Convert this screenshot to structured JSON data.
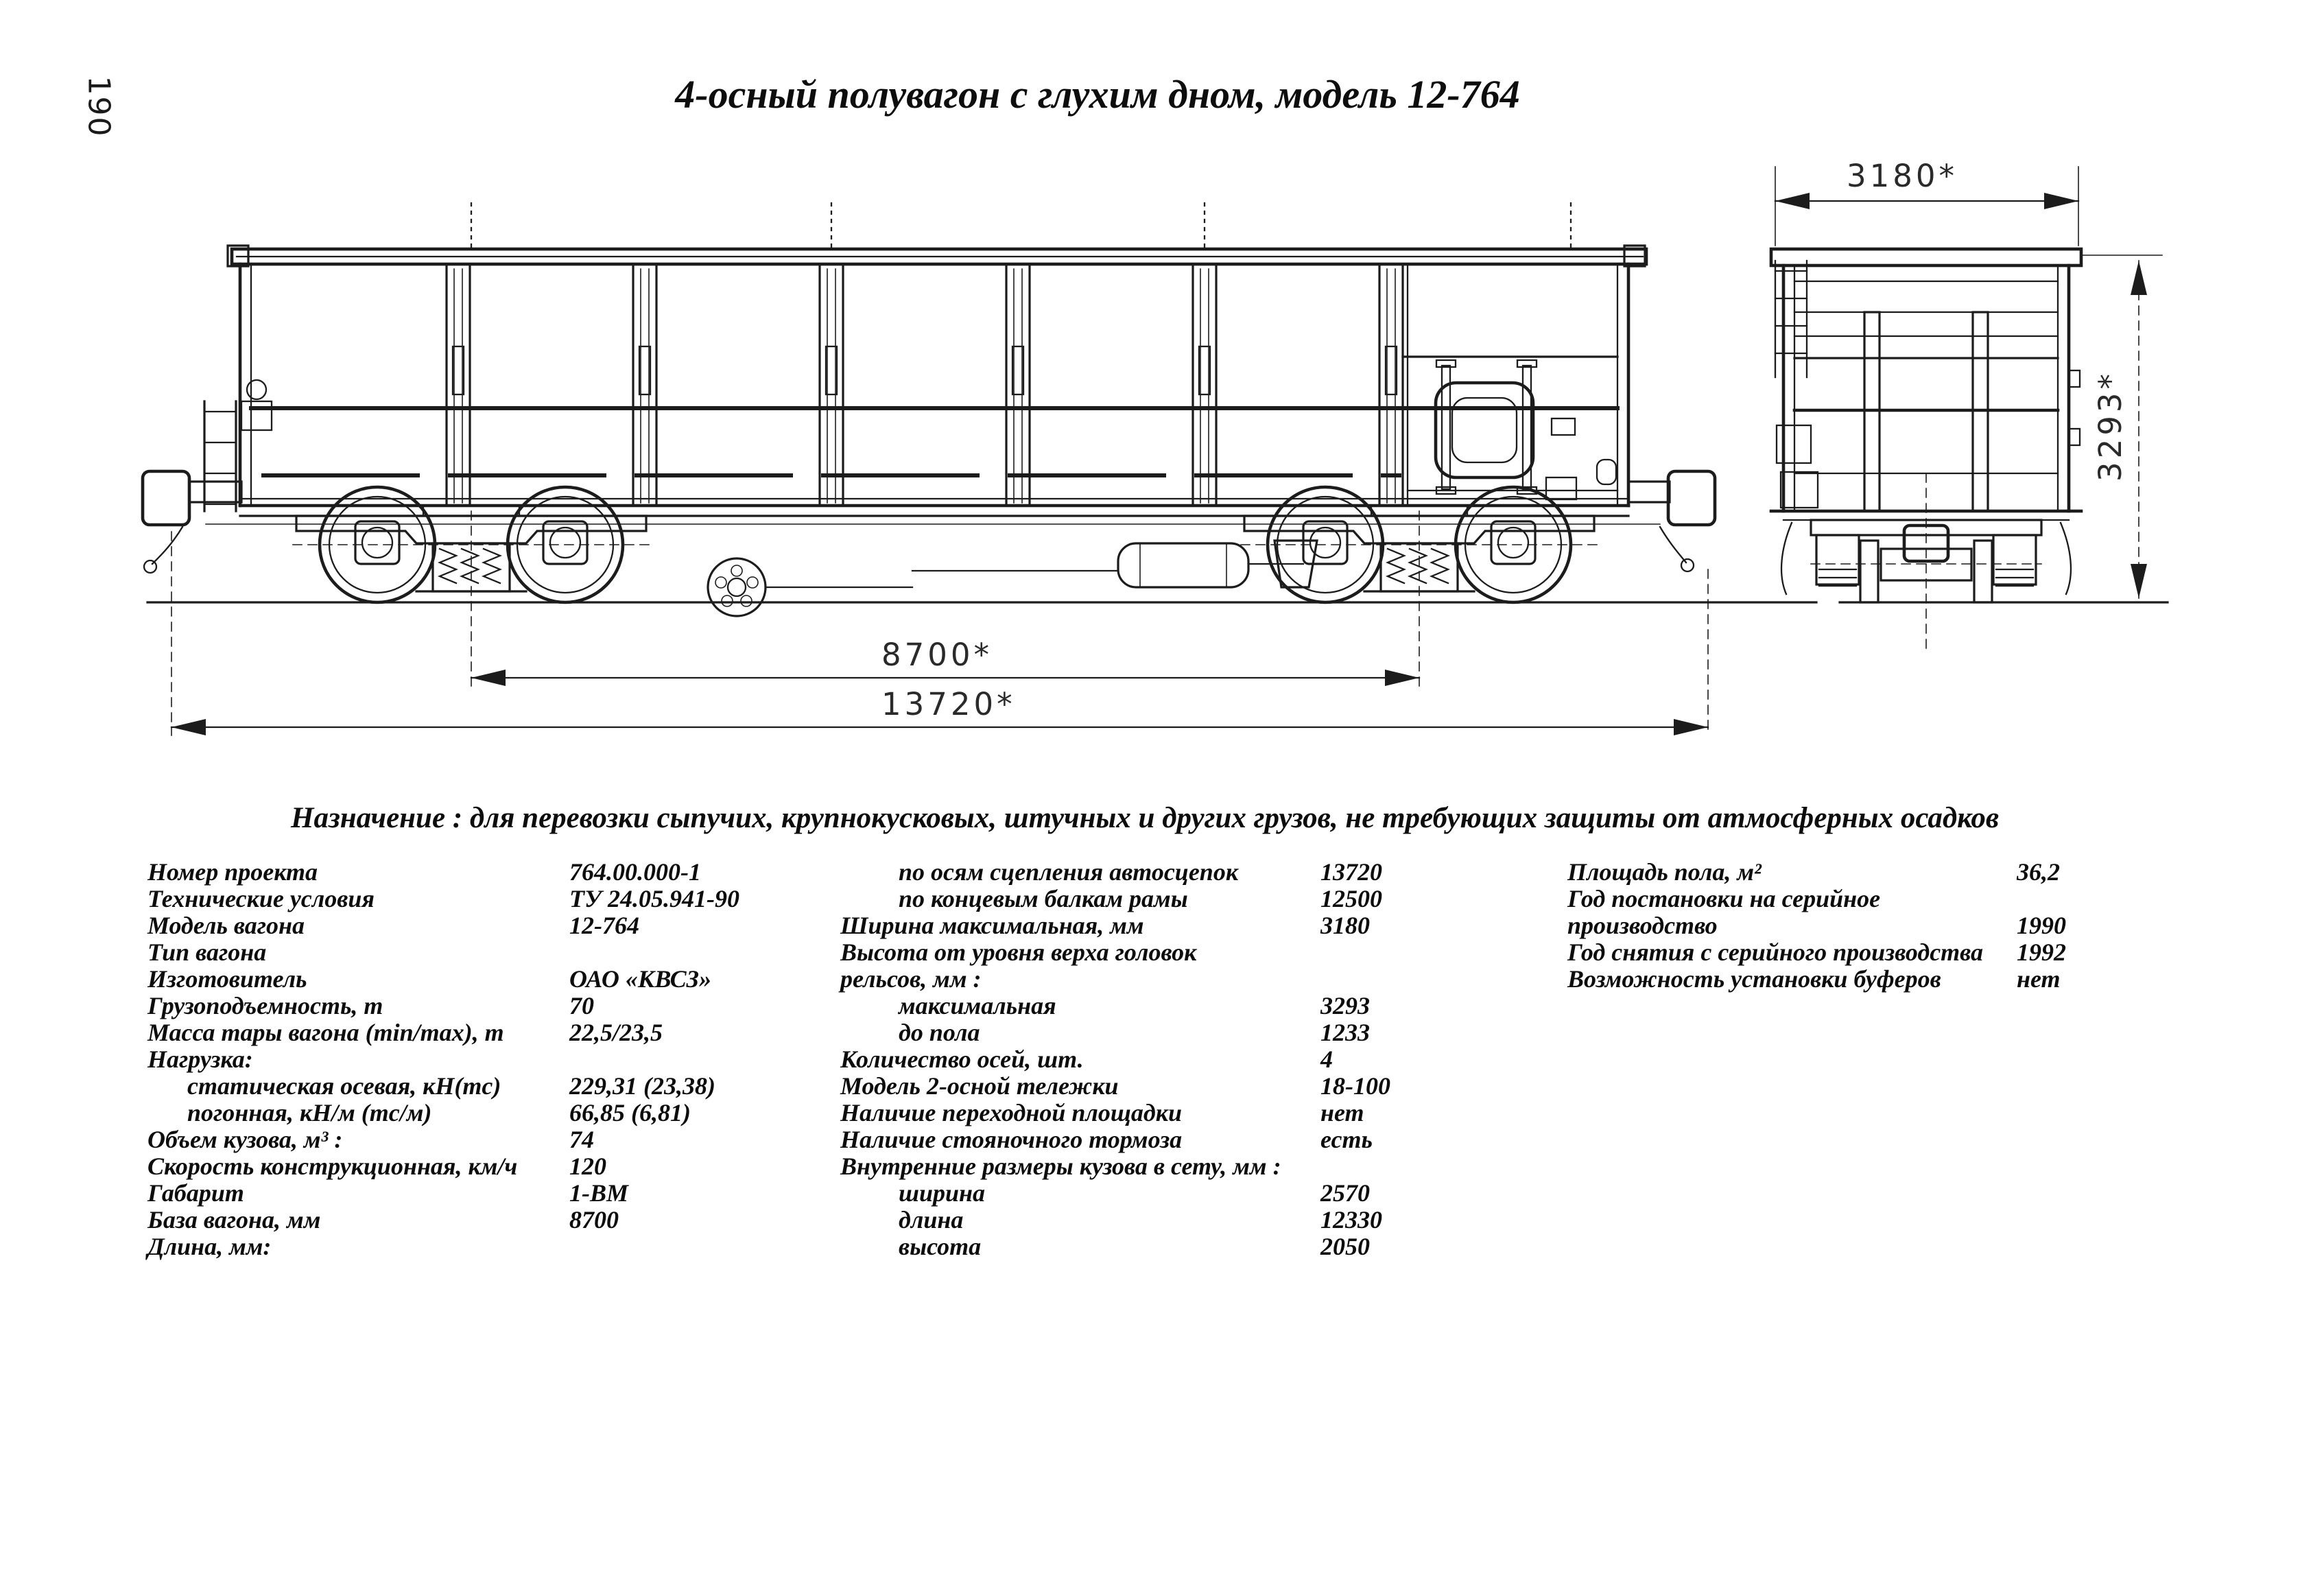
{
  "page": {
    "number": "190"
  },
  "title": "4-осный полувагон с глухим дном, модель 12-764",
  "purpose": "Назначение : для перевозки сыпучих, крупнокусковых, штучных и других грузов, не требующих защиты от атмосферных осадков",
  "drawing": {
    "description": "Габаритный чертеж: боковой вид и торцевой вид 4-осного полувагона модели 12-764",
    "dimensions": {
      "wagon_base": "8700*",
      "length_over_coupler_axes": "13720*",
      "max_width": "3180*",
      "max_height": "3293*"
    }
  },
  "specs": {
    "col1": [
      {
        "label": "Номер проекта",
        "value": "764.00.000-1",
        "indent": false
      },
      {
        "label": "Технические условия",
        "value": "ТУ 24.05.941-90",
        "indent": false
      },
      {
        "label": "Модель вагона",
        "value": "12-764",
        "indent": false
      },
      {
        "label": "Тип вагона",
        "value": "",
        "indent": false
      },
      {
        "label": "Изготовитель",
        "value": "ОАО «КВСЗ»",
        "indent": false
      },
      {
        "label": "Грузоподъемность, т",
        "value": "70",
        "indent": false
      },
      {
        "label": "Масса тары вагона (min/max), т",
        "value": "22,5/23,5",
        "indent": false
      },
      {
        "label": "Нагрузка:",
        "value": "",
        "indent": false
      },
      {
        "label": "статическая осевая, кН(тс)",
        "value": "229,31 (23,38)",
        "indent": true
      },
      {
        "label": "погонная, кН/м (тс/м)",
        "value": "66,85 (6,81)",
        "indent": true
      },
      {
        "label": "Объем кузова, м³ :",
        "value": "74",
        "indent": false
      },
      {
        "label": "Скорость конструкционная, км/ч",
        "value": "120",
        "indent": false
      },
      {
        "label": "Габарит",
        "value": "1-ВМ",
        "indent": false
      },
      {
        "label": "База вагона, мм",
        "value": "8700",
        "indent": false
      },
      {
        "label": "Длина, мм:",
        "value": "",
        "indent": false
      }
    ],
    "col2": [
      {
        "label": "по осям сцепления автосцепок",
        "value": "13720",
        "indent": true
      },
      {
        "label": "по концевым балкам рамы",
        "value": "12500",
        "indent": true
      },
      {
        "label": "Ширина максимальная, мм",
        "value": "3180",
        "indent": false
      },
      {
        "label": "Высота от уровня верха головок",
        "value": "",
        "indent": false
      },
      {
        "label": "рельсов, мм :",
        "value": "",
        "indent": false
      },
      {
        "label": "максимальная",
        "value": "3293",
        "indent": true
      },
      {
        "label": "до пола",
        "value": "1233",
        "indent": true
      },
      {
        "label": "Количество осей, шт.",
        "value": "4",
        "indent": false
      },
      {
        "label": "Модель 2-осной тележки",
        "value": "18-100",
        "indent": false
      },
      {
        "label": "Наличие переходной площадки",
        "value": "нет",
        "indent": false
      },
      {
        "label": "Наличие стояночного тормоза",
        "value": "есть",
        "indent": false
      },
      {
        "label": "Внутренние размеры кузова в сету, мм :",
        "value": "",
        "indent": false
      },
      {
        "label": "ширина",
        "value": "2570",
        "indent": true
      },
      {
        "label": "длина",
        "value": "12330",
        "indent": true
      },
      {
        "label": "высота",
        "value": "2050",
        "indent": true
      }
    ],
    "col3": [
      {
        "label": "Площадь пола, м²",
        "value": "36,2",
        "indent": false
      },
      {
        "label": "Год постановки на серийное",
        "value": "",
        "indent": false
      },
      {
        "label": "производство",
        "value": "1990",
        "indent": false
      },
      {
        "label": "Год снятия с серийного производства",
        "value": "1992",
        "indent": false
      },
      {
        "label": "Возможность установки буферов",
        "value": "нет",
        "indent": false
      }
    ]
  }
}
